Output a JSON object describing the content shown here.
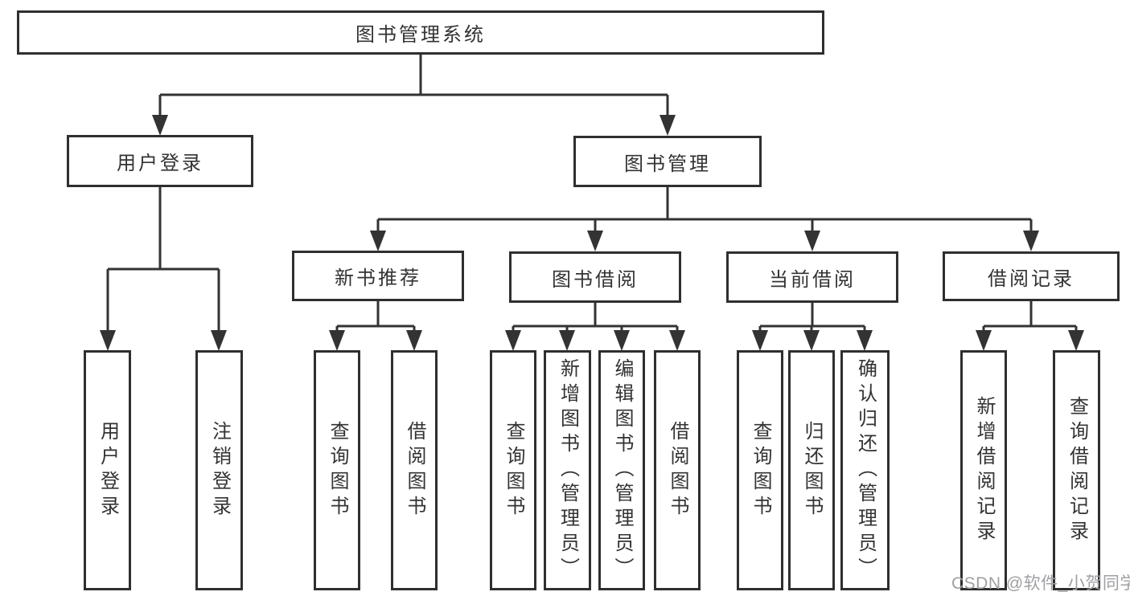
{
  "tree": {
    "root": {
      "label": "图书管理系统"
    },
    "level2": [
      {
        "label": "用户登录"
      },
      {
        "label": "图书管理"
      }
    ],
    "level3": [
      {
        "label": "新书推荐"
      },
      {
        "label": "图书借阅"
      },
      {
        "label": "当前借阅"
      },
      {
        "label": "借阅记录"
      }
    ],
    "leaves": {
      "userLogin": [
        {
          "label": "用户登录"
        },
        {
          "label": "注销登录"
        }
      ],
      "newBookRec": [
        {
          "label": "查询图书"
        },
        {
          "label": "借阅图书"
        }
      ],
      "bookBorrow": [
        {
          "label": "查询图书"
        },
        {
          "label": "新增图书（管理员）"
        },
        {
          "label": "编辑图书（管理员）"
        },
        {
          "label": "借阅图书"
        }
      ],
      "currentBorrow": [
        {
          "label": "查询图书"
        },
        {
          "label": "归还图书"
        },
        {
          "label": "确认归还（管理员）"
        }
      ],
      "borrowRecord": [
        {
          "label": "新增借阅记录"
        },
        {
          "label": "查询借阅记录"
        }
      ]
    }
  },
  "watermark": {
    "text": "CSDN @软件_小贺同学"
  },
  "colors": {
    "line": "#333333",
    "box_border": "#2f2f2f",
    "text": "#333333",
    "background": "#ffffff",
    "watermark": "#a0a0a4"
  }
}
